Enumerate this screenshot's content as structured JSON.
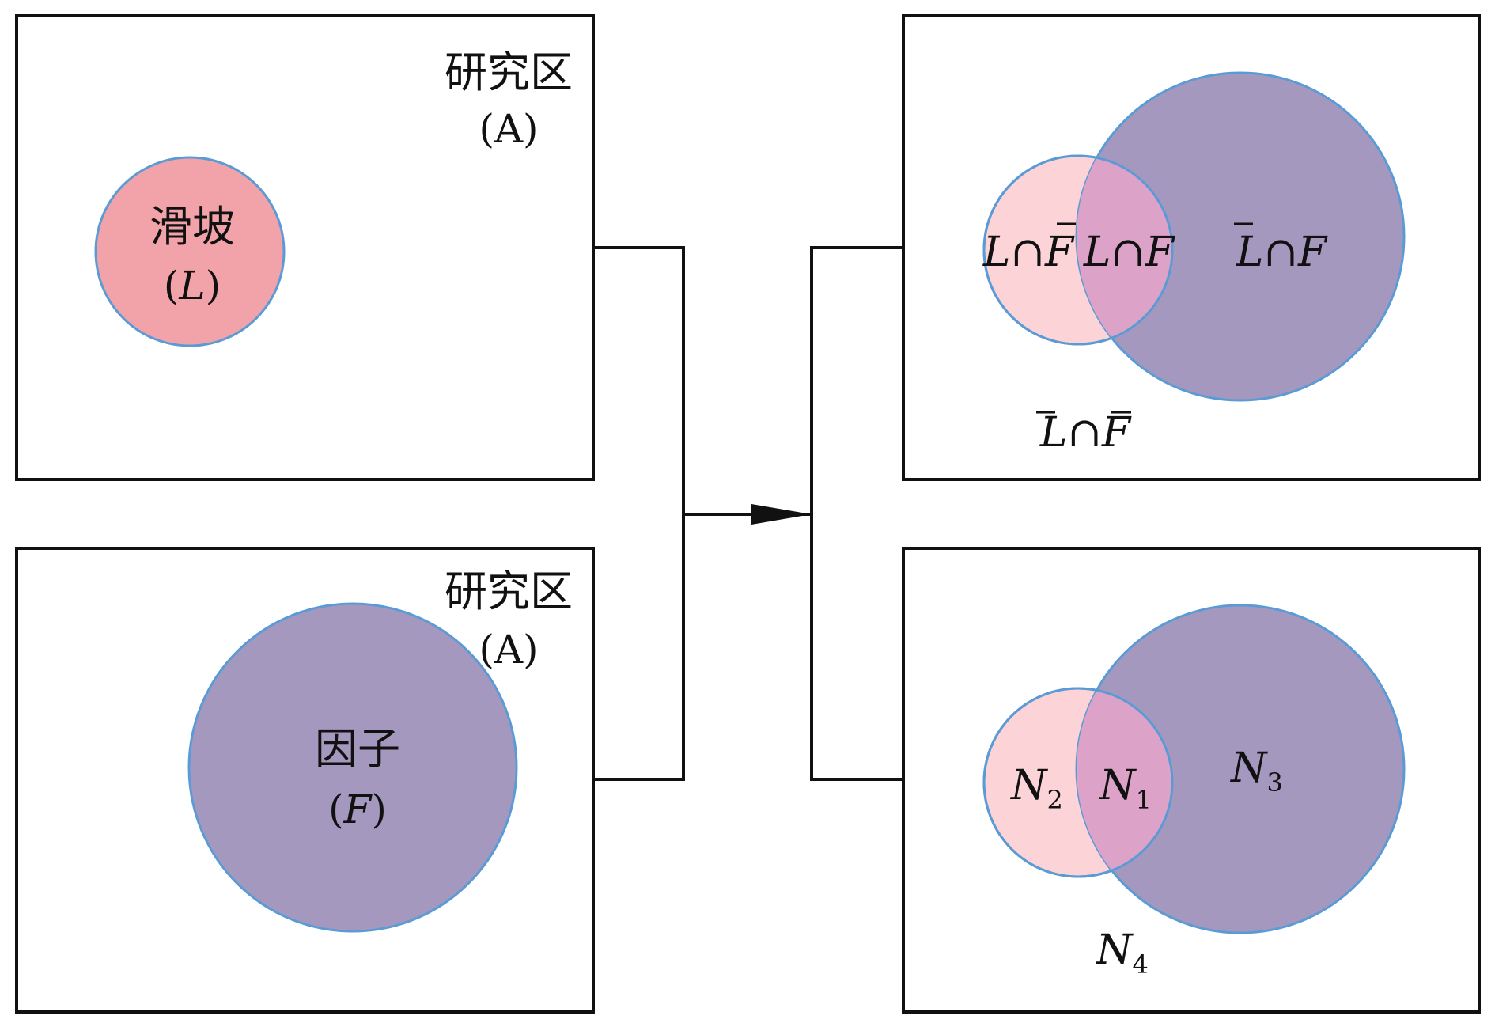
{
  "colors": {
    "landslide_fill": "#f2a3aa",
    "factor_fill": "#a598bf",
    "only_landslide_fill": "#fcd4d8",
    "overlap_fill": "#dca2c7",
    "circle_stroke": "#5b9bd5",
    "box_stroke": "#111111"
  },
  "panel_landslide": {
    "area_label": "研究区",
    "area_symbol": "(A)",
    "circle_label": "滑坡",
    "circle_symbol_open": "(",
    "circle_symbol_var": "L",
    "circle_symbol_close": ")"
  },
  "panel_factor": {
    "area_label": "研究区",
    "area_symbol": "(A)",
    "circle_label": "因子",
    "circle_symbol_open": "(",
    "circle_symbol_var": "F",
    "circle_symbol_close": ")"
  },
  "panel_sets": {
    "l_and_not_f": {
      "a": "L",
      "op": "∩",
      "b": "F"
    },
    "l_and_f": {
      "a": "L",
      "op": "∩",
      "b": "F"
    },
    "not_l_and_f": {
      "a": "L",
      "op": "∩",
      "b": "F"
    },
    "not_l_and_not_f": {
      "a": "L",
      "op": "∩",
      "b": "F"
    }
  },
  "panel_counts": {
    "n1": {
      "base": "N",
      "sub": "1"
    },
    "n2": {
      "base": "N",
      "sub": "2"
    },
    "n3": {
      "base": "N",
      "sub": "3"
    },
    "n4": {
      "base": "N",
      "sub": "4"
    }
  }
}
